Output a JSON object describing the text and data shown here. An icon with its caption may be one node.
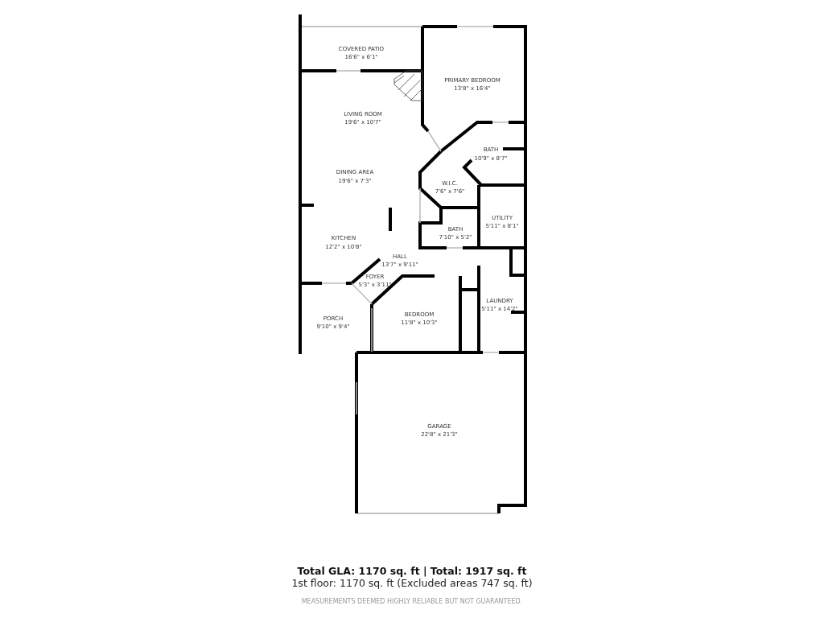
{
  "diagram": {
    "labels": [
      "COVERED PATIO",
      "16'6\" x 6'1\"",
      "PRIMARY BEDROOM",
      "13'8\" x 16'4\"",
      "LIVING ROOM",
      "19'6\" x 10'7\"",
      "BATH",
      "10'9\" x 8'7\"",
      "DINING AREA",
      "19'6\" x 7'3\"",
      "W.I.C.",
      "7'6\" x 7'6\"",
      "UTILITY",
      "5'11\" x 8'1\"",
      "KITCHEN",
      "12'2\" x 10'8\"",
      "BATH",
      "7'10\" x 5'2\"",
      "HALL",
      "13'7\" x 9'11\"",
      "FOYER",
      "5'3\" x 3'11\"",
      "LAUNDRY",
      "5'11\" x 14'2\"",
      "PORCH",
      "9'10\" x 9'4\"",
      "BEDROOM",
      "11'8\" x 10'3\"",
      "GARAGE",
      "22'8\" x 21'3\"",
      "Total GLA: 1170 sq. ft | Total: 1917 sq. ft",
      "1st floor: 1170 sq. ft (Excluded areas 747 sq. ft)",
      "MEASUREMENTS DEEMED HIGHLY RELIABLE BUT NOT GUARANTEED."
    ]
  }
}
